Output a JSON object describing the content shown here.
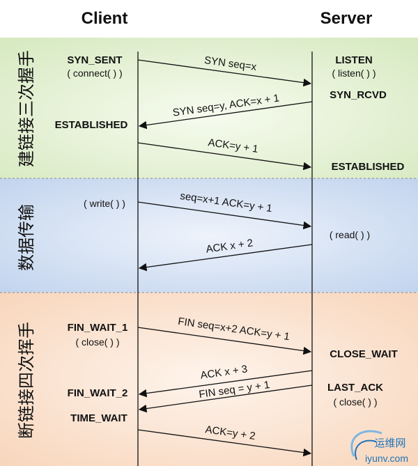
{
  "headers": {
    "client": "Client",
    "server": "Server"
  },
  "phases": [
    {
      "id": "handshake",
      "label": "建链接三次握手"
    },
    {
      "id": "transfer",
      "label": "数据传输"
    },
    {
      "id": "teardown",
      "label": "断链接四次挥手"
    }
  ],
  "client_states": {
    "syn_sent": "SYN_SENT",
    "connect_call": "( connect( ) )",
    "established": "ESTABLISHED",
    "write_call": "( write( ) )",
    "fin_wait_1": "FIN_WAIT_1",
    "close_call": "( close( ) )",
    "fin_wait_2": "FIN_WAIT_2",
    "time_wait": "TIME_WAIT"
  },
  "server_states": {
    "listen": "LISTEN",
    "listen_call": "( listen( ) )",
    "syn_rcvd": "SYN_RCVD",
    "established": "ESTABLISHED",
    "read_call": "( read( ) )",
    "close_wait": "CLOSE_WAIT",
    "last_ack": "LAST_ACK",
    "close_call": "( close( ) )"
  },
  "messages": {
    "syn": "SYN seq=x",
    "syn_ack": "SYN seq=y, ACK=x + 1",
    "ack1": "ACK=y + 1",
    "data": "seq=x+1 ACK=y + 1",
    "data_ack": "ACK x + 2",
    "fin1": "FIN seq=x+2 ACK=y + 1",
    "ack3": "ACK x + 3",
    "fin2": "FIN seq = y + 1",
    "ack_final": "ACK=y + 2"
  },
  "watermark": {
    "name": "运维网",
    "url": "iyunv.com"
  },
  "colors": {
    "handshake_bg": "#dcecc8",
    "transfer_bg": "#c6d7ef",
    "teardown_bg": "#fadcc4",
    "line": "#111111",
    "watermark": "#1e73b9"
  }
}
